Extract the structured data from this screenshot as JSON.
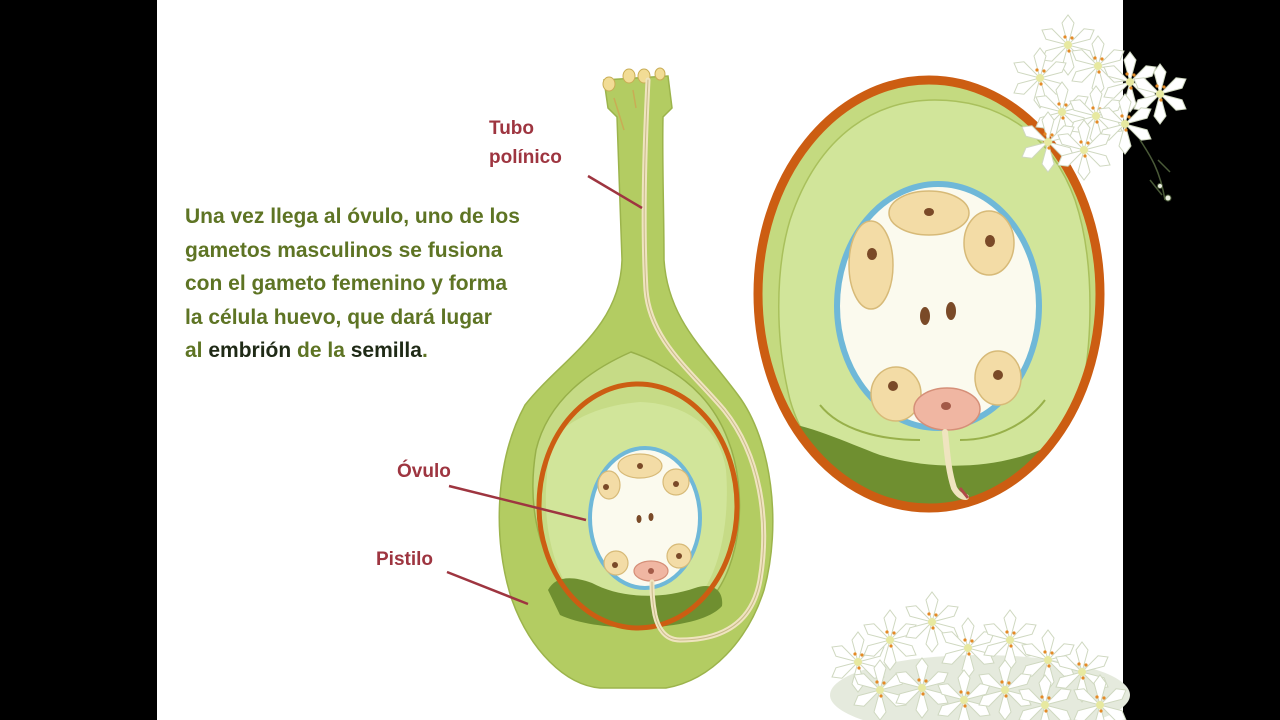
{
  "description": {
    "line1": "Una vez llega al óvulo, uno de los",
    "line2": "gametos masculinos se fusiona",
    "line3": "con el gameto femenino y forma",
    "line4": "la célula huevo, que dará lugar",
    "line5_prefix": "al ",
    "line5_term1": "embrión",
    "line5_mid": " de la ",
    "line5_term2": "semilla",
    "line5_suffix": "."
  },
  "labels": {
    "tubo_line1": "Tubo",
    "tubo_line2": "polínico",
    "ovulo": "Óvulo",
    "pistilo": "Pistilo"
  },
  "colors": {
    "background": "#ffffff",
    "frame": "#000000",
    "pistil_green": "#b3cc62",
    "ovary_inner": "#cadf8e",
    "ovule_ring": "#cc5d12",
    "embryo_sac_border": "#6fb8d8",
    "egg_cell": "#f0b6a2",
    "label_red": "#9e3540",
    "text_green": "#5e7424"
  }
}
